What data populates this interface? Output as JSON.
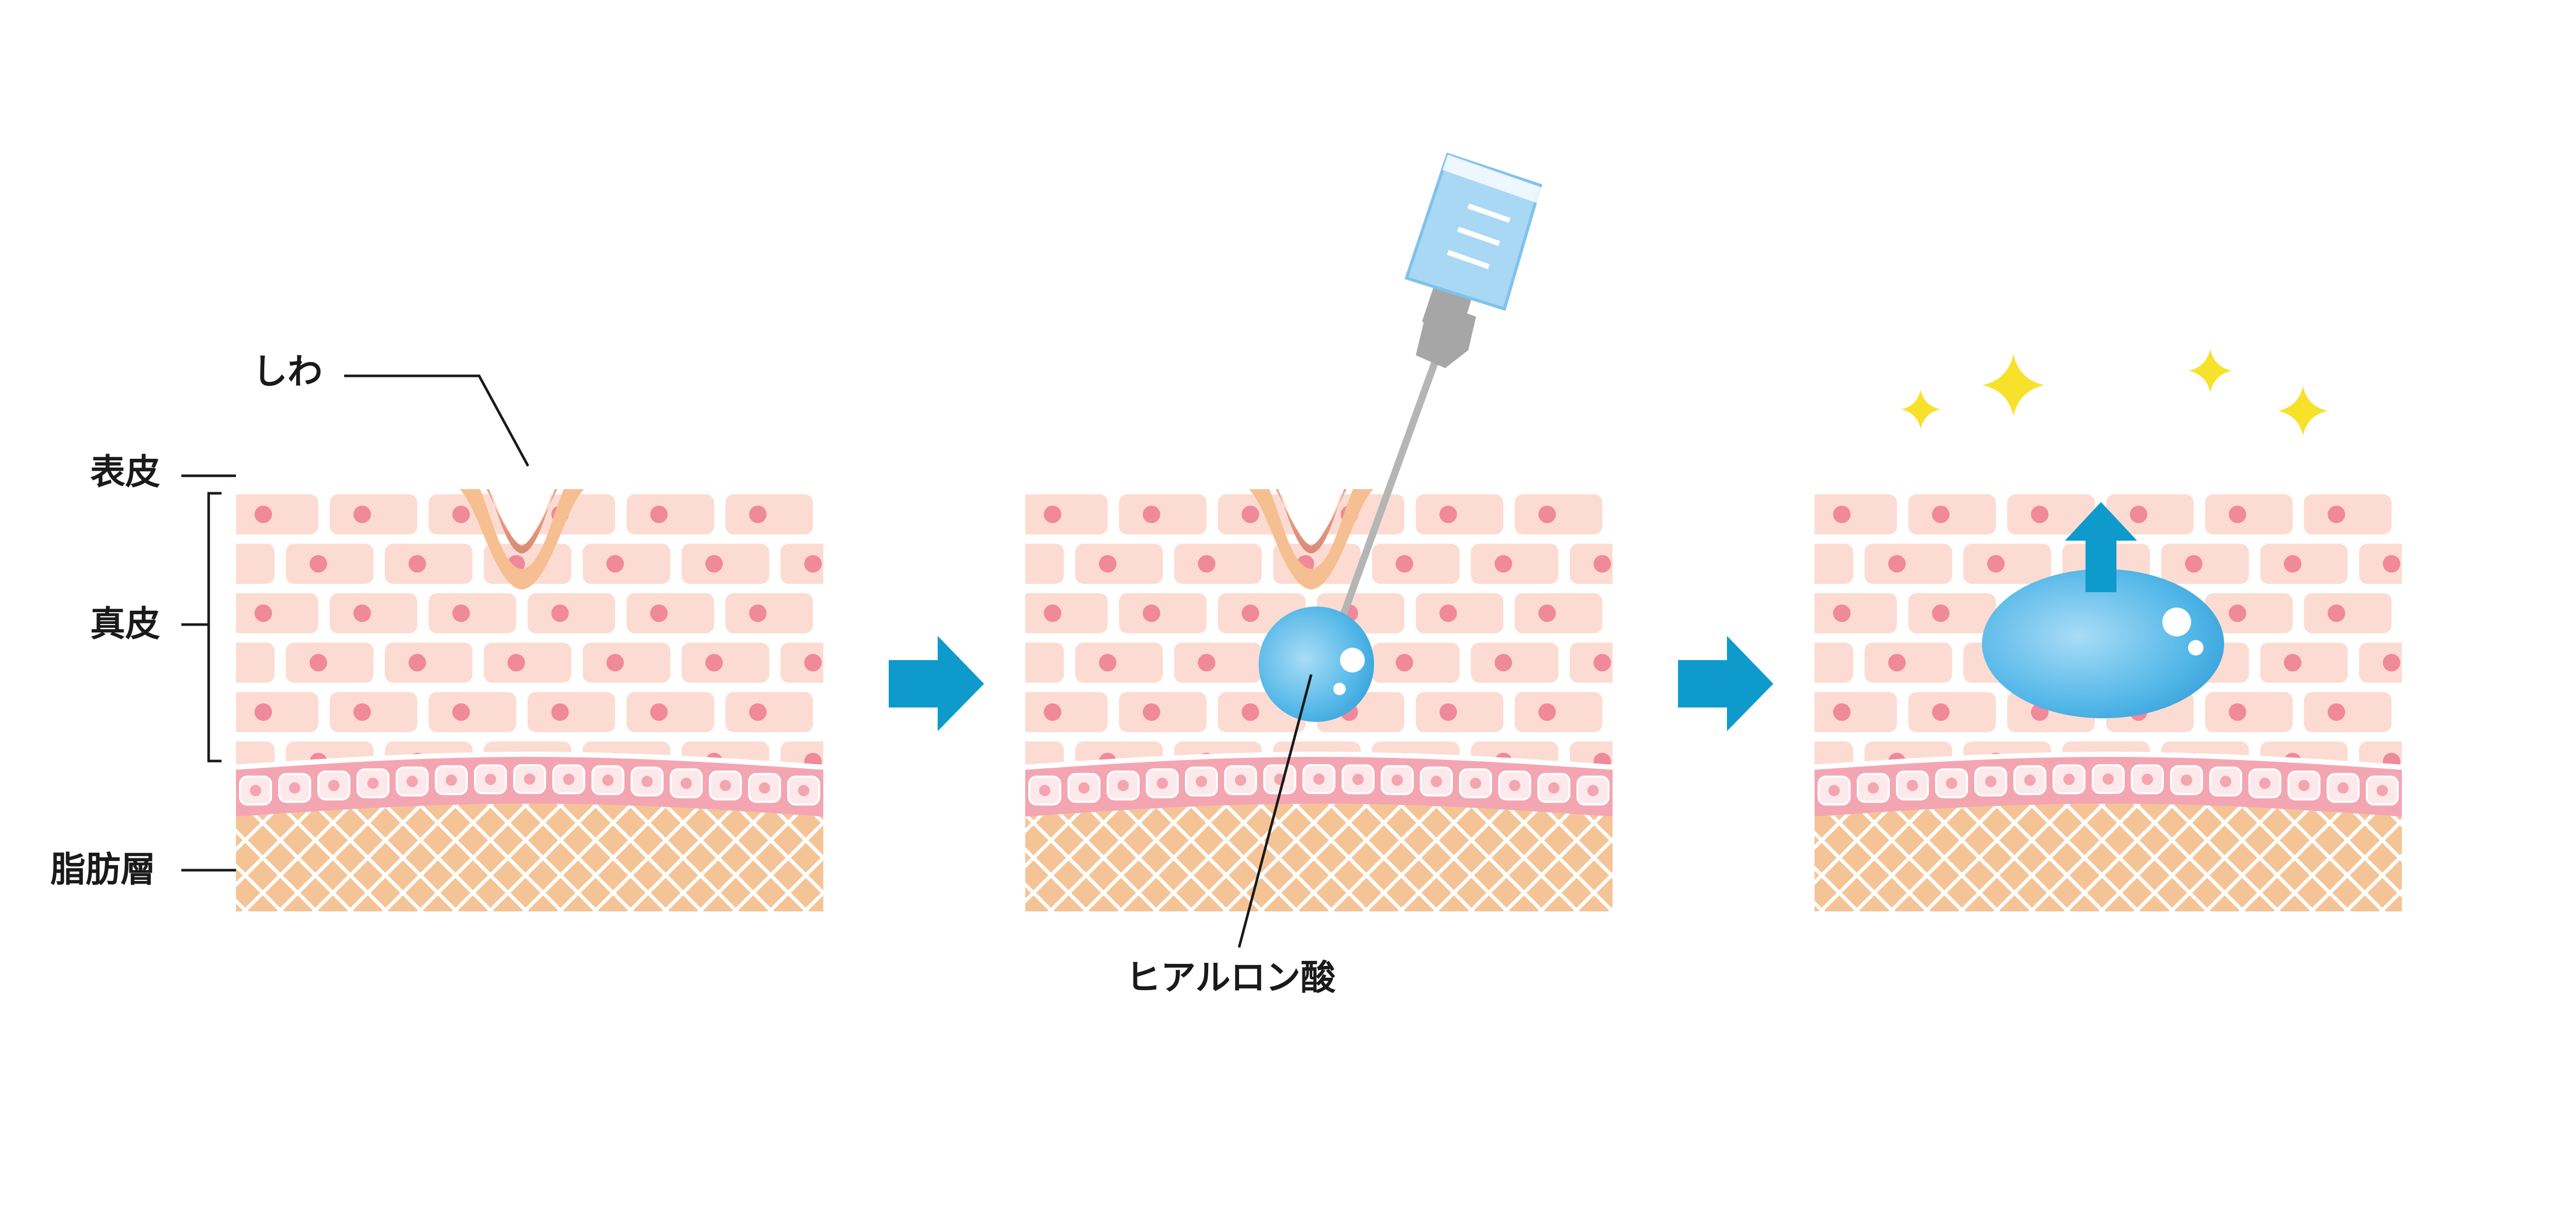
{
  "labels": {
    "wrinkle": "しわ",
    "epidermis": "表皮",
    "dermis": "真皮",
    "fat_layer": "脂肪層",
    "hyaluronic_acid": "ヒアルロン酸"
  },
  "colors": {
    "background": "#ffffff",
    "epidermis_top": "#f9d7c6",
    "epidermis_band": "#f6bf92",
    "cell": "#fcdcd2",
    "cell_dot": "#f0899a",
    "basement_band": "#f3a6b2",
    "fat": "#f5c496",
    "wrinkle": "#e3a089",
    "arrow": "#0e9bcc",
    "hyaluronic": "#4ab2e6",
    "syringe_barrel": "#a9d8f5",
    "needle": "#b5b5b5",
    "sparkle": "#f7e12a"
  },
  "panels": [
    {
      "stage": "wrinkle",
      "icons": []
    },
    {
      "stage": "injection",
      "icons": [
        "syringe-icon",
        "hyaluronic-droplet-icon"
      ]
    },
    {
      "stage": "filled",
      "icons": [
        "lift-arrow-icon",
        "sparkle-icon"
      ]
    }
  ]
}
